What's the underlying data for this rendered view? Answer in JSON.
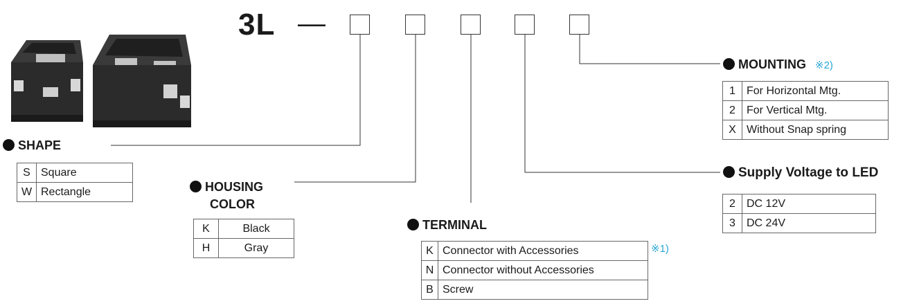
{
  "model": {
    "prefix": "3L",
    "dash": "—"
  },
  "shape": {
    "title": "SHAPE",
    "options": [
      {
        "code": "S",
        "label": "Square"
      },
      {
        "code": "W",
        "label": "Rectangle"
      }
    ]
  },
  "housing_color": {
    "title_line1": "HOUSING",
    "title_line2": "COLOR",
    "options": [
      {
        "code": "K",
        "label": "Black"
      },
      {
        "code": "H",
        "label": "Gray"
      }
    ]
  },
  "terminal": {
    "title": "TERMINAL",
    "note": "※1)",
    "options": [
      {
        "code": "K",
        "label": "Connector with Accessories"
      },
      {
        "code": "N",
        "label": "Connector without Accessories"
      },
      {
        "code": "B",
        "label": "Screw"
      }
    ]
  },
  "supply_voltage": {
    "title": "Supply Voltage to LED",
    "options": [
      {
        "code": "2",
        "label": "DC 12V"
      },
      {
        "code": "3",
        "label": "DC 24V"
      }
    ]
  },
  "mounting": {
    "title": "MOUNTING",
    "note": "※2)",
    "options": [
      {
        "code": "1",
        "label": "For Horizontal Mtg."
      },
      {
        "code": "2",
        "label": "For Vertical Mtg."
      },
      {
        "code": "X",
        "label": "Without Snap spring"
      }
    ]
  },
  "colors": {
    "note": "#2aa7d8",
    "line": "#333333",
    "housing": "#2b2b2b"
  }
}
